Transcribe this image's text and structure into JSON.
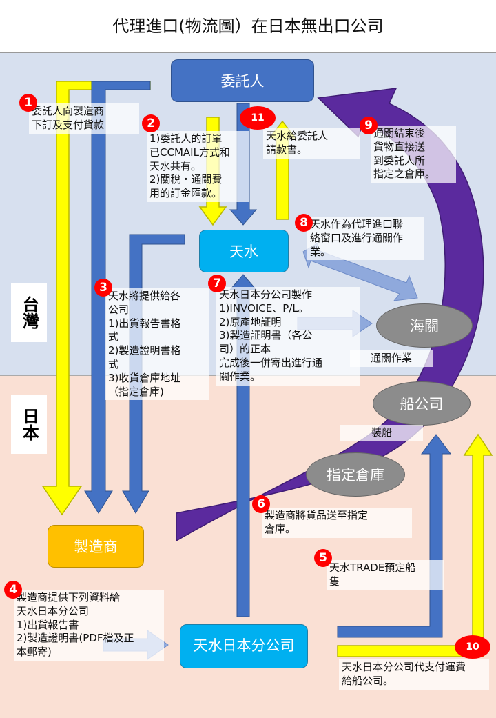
{
  "title": "代理進口(物流圖）在日本無出口公司",
  "regions": {
    "taiwan": "台灣",
    "japan": "日本"
  },
  "nodes": {
    "principal": "委託人",
    "tensui": "天水",
    "manufacturer": "製造商",
    "tensui_japan": "天水日本分公司",
    "customs": "海關",
    "shipping_company": "船公司",
    "warehouse": "指定倉庫"
  },
  "steps": [
    {
      "num": "1",
      "text": "委託人向製造商\n下訂及支付貨款"
    },
    {
      "num": "2",
      "text": "1)委託人的訂單\n已CCMAIL方式和\n天水共有。\n2)關稅・通關費\n用的訂金匯款。"
    },
    {
      "num": "3",
      "text": "天水將提供給各\n公司\n1)出貨報告書格\n式\n2)製造證明書格\n式\n3)收貨倉庫地址\n（指定倉庫)"
    },
    {
      "num": "4",
      "text": "製造商提供下列資料給\n天水日本分公司\n1)出貨報告書\n2)製造證明書(PDF檔及正\n本郵寄)"
    },
    {
      "num": "5",
      "text": "天水TRADE預定船\n隻"
    },
    {
      "num": "6",
      "text": "製造商將貨品送至指定\n倉庫。"
    },
    {
      "num": "7",
      "text": "天水日本分公司製作\n1)INVOICE、P/L。\n2)原產地証明\n3)製造証明書（各公\n司）的正本\n完成後一併寄出進行通\n關作業。"
    },
    {
      "num": "8",
      "text": "天水作為代理進口聯\n絡窗口及進行通關作\n業。"
    },
    {
      "num": "9",
      "text": "通關結束後\n貨物直接送\n到委託人所\n指定之倉庫。"
    },
    {
      "num": "10",
      "text": "天水日本分公司代支付運費\n給船公司。"
    },
    {
      "num": "11",
      "text": "天水給委託人\n請款書。"
    }
  ],
  "labels": {
    "customs_clearance": "通關作業",
    "loading": "裝船"
  },
  "colors": {
    "yellow_arrow": "#ffff00",
    "blue_arrow": "#4472c4",
    "purple_arrow": "#5b2a9e",
    "badge": "#ff0000"
  }
}
